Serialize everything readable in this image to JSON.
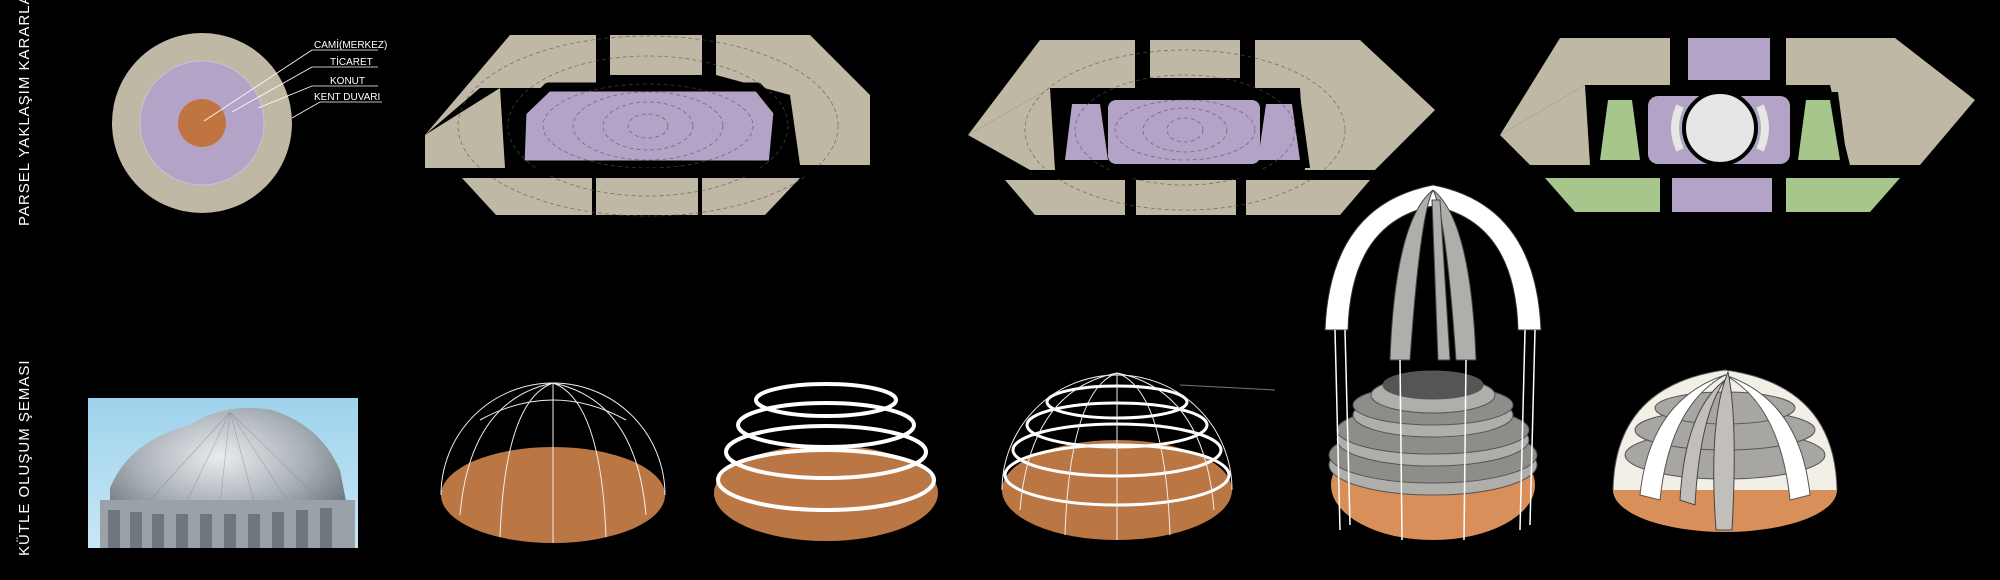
{
  "section_labels": {
    "top": "PARSEL YAKLAŞIM KARARLARI",
    "bottom": "KÜTLE OLUŞUM ŞEMASI"
  },
  "legend": {
    "items": [
      "CAMİ(MERKEZ)",
      "TİCARET",
      "KONUT",
      "KENT DUVARI"
    ]
  },
  "colors": {
    "background": "#000000",
    "outer_ring": "#bfb8a5",
    "purple": "#b3a3c6",
    "center": "#c07440",
    "green": "#a7c68c",
    "dome_base": "#bb7743",
    "dome_base_light": "#d98f5a",
    "white": "#ffffff",
    "grey_band": "#b0aeaa"
  }
}
